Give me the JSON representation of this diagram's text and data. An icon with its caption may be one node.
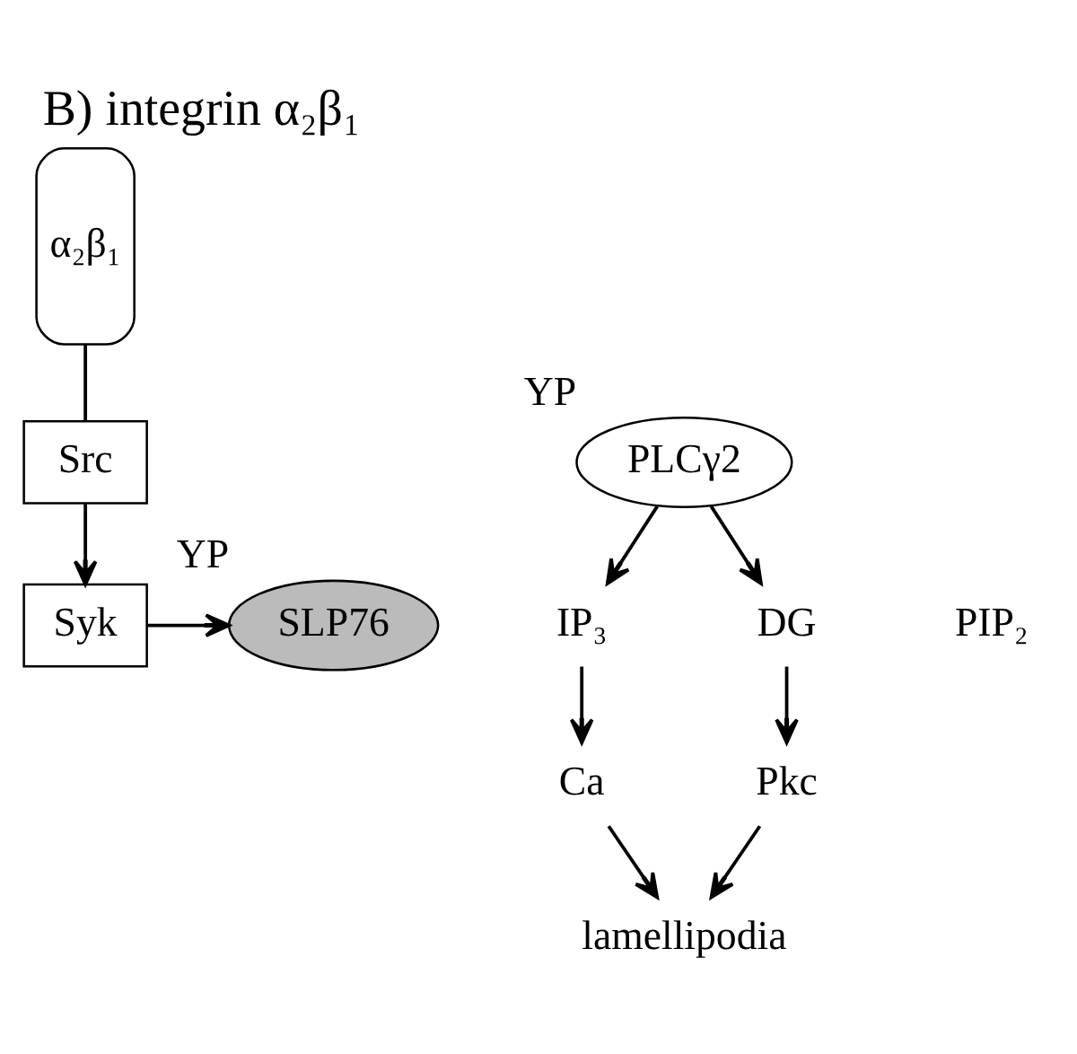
{
  "diagram": {
    "title": "B) integrin α₂β₁",
    "nodes": [
      {
        "text": [
          "α₂β₁"
        ]
      },
      {
        "text": [
          "Src"
        ]
      },
      {
        "text": [
          "Syk"
        ]
      },
      {
        "text": [
          "PLCγ2"
        ],
        "beside": [
          "YP"
        ]
      },
      {
        "text": [
          "SLP76"
        ],
        "beside": [
          "YP"
        ]
      },
      {
        "text": [
          "IP₃"
        ]
      },
      {
        "text": [
          "DG"
        ]
      },
      {
        "text": [
          "Ca"
        ]
      },
      {
        "text": [
          "Pkc"
        ]
      },
      {
        "text": [
          "lamellipodia"
        ]
      }
    ],
    "edges": [
      {
        "from": 0,
        "to": 1,
        "arrow": "none"
      },
      {
        "from": 1,
        "to": 2,
        "arrow": "to"
      },
      {
        "from": 2,
        "to": 4,
        "arrow": "to"
      },
      {
        "from": 3,
        "to": 5,
        "arrow": "to"
      },
      {
        "from": 3,
        "to": 6,
        "arrow": "to"
      },
      {
        "from": 5,
        "to": 7,
        "arrow": "to"
      },
      {
        "from": 6,
        "to": 8,
        "arrow": "to"
      },
      {
        "from": 7,
        "to": 9,
        "arrow": "to"
      },
      {
        "from": 8,
        "to": 9,
        "arrow": "to"
      }
    ],
    "labels": [
      "PIP₂"
    ]
  }
}
